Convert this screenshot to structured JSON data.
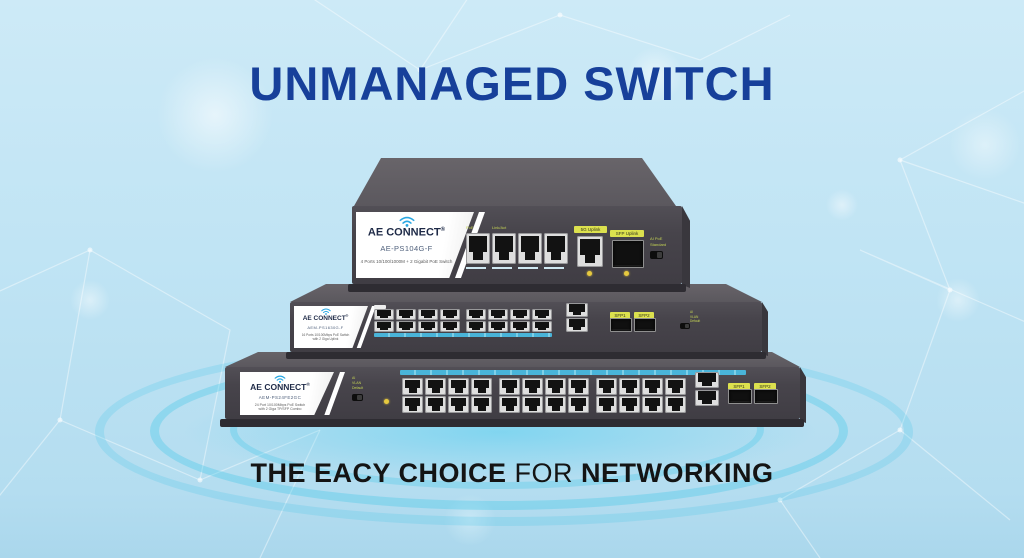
{
  "page": {
    "title": "UNMANAGED SWITCH",
    "tagline": {
      "bold_start": "THE EACY CHOICE",
      "regular_middle": "FOR",
      "bold_end": "NETWORKING"
    }
  },
  "colors": {
    "background_blue": "#c0e4f4",
    "title_blue": "#17409a",
    "chassis_dark": "#47444b",
    "chassis_top": "#5e5b61",
    "ripple_cyan": "#40c6e8",
    "led_yellow": "#e6c93f",
    "tag_yellow": "#dce14e",
    "port_strip_blue": "#49b4d9",
    "wifi_blue": "#2aa7e2"
  },
  "switch_top": {
    "brand": "AE CONNECT",
    "reg_mark": "®",
    "model": "AE-PS104G-F",
    "description": "4 Ports 10/100/1000M + 2 Gigabit PoE Switch",
    "poe_label": "PoE",
    "link_label": "Link/Act",
    "uplink_tag": "5G Uplink",
    "sfp_tag": "SFP Uplink",
    "mode_line1": "AI PoE",
    "mode_line2": "Standard"
  },
  "switch_middle": {
    "brand": "AE CONNECT",
    "reg_mark": "®",
    "model": "AEM-PS1630G-F",
    "description_line1": "16 Ports 10/100Mbps PoE Switch",
    "description_line2": "with 2 Giga Uplink",
    "sfp_tag1": "SFP1",
    "sfp_tag2": "SFP2",
    "mode_line1": "AI",
    "mode_line2": "VLAN",
    "mode_line3": "Default"
  },
  "switch_bottom": {
    "brand": "AE CONNECT",
    "reg_mark": "®",
    "model": "AEM-PS24FE2GC",
    "description_line1": "24 Port 10/100Mbps PoE Switch",
    "description_line2": "with 2 Giga TP/SFP Combo",
    "sfp_tag1": "SFP1",
    "sfp_tag2": "SFP2",
    "mode_line1": "AI",
    "mode_line2": "VLAN",
    "mode_line3": "Default"
  }
}
